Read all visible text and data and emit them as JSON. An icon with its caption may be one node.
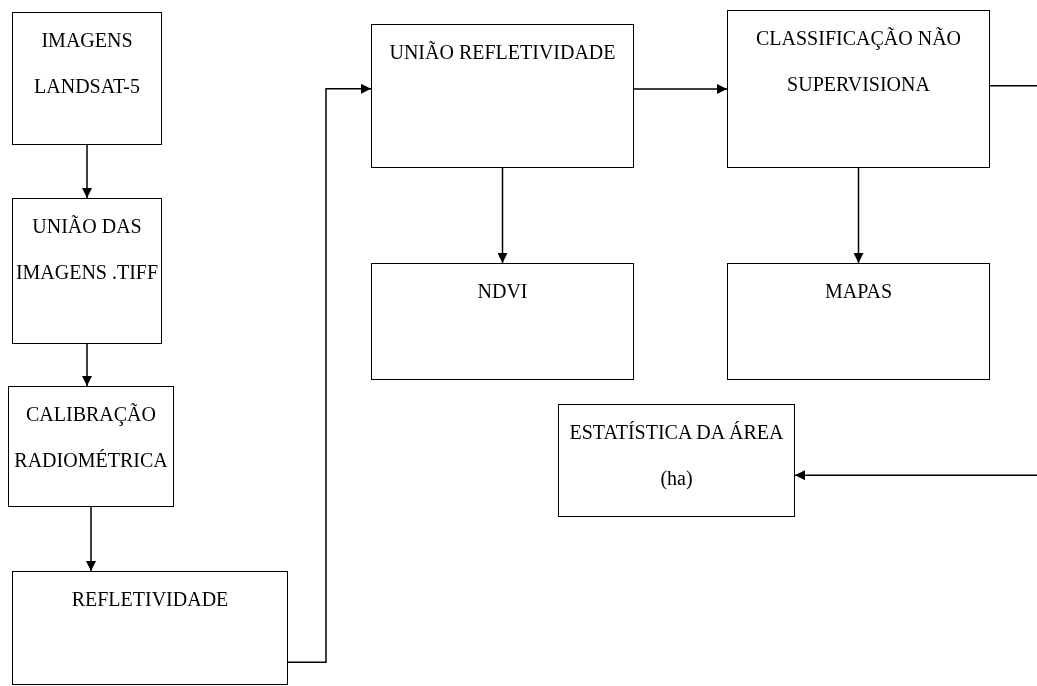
{
  "diagram": {
    "nodes": [
      {
        "text": [
          "IMAGENS LANDSAT-5"
        ]
      },
      {
        "text": [
          "UNIÃO DAS IMAGENS .TIFF"
        ]
      },
      {
        "text": [
          "CALIBRAÇÃO RADIOMÉTRICA"
        ]
      },
      {
        "text": [
          "REFLETIVIDADE"
        ]
      },
      {
        "text": [
          "UNIÃO REFLETIVIDADE"
        ]
      },
      {
        "text": [
          "CLASSIFICAÇÃO NÃO SUPERVISIONA"
        ]
      },
      {
        "text": [
          "NDVI"
        ]
      },
      {
        "text": [
          "MAPAS"
        ]
      },
      {
        "text": [
          "ESTATÍSTICA DA ÁREA (ha)"
        ]
      }
    ],
    "edges": [
      {
        "from": 0,
        "to": 1,
        "arrow": "to"
      },
      {
        "from": 1,
        "to": 2,
        "arrow": "to"
      },
      {
        "from": 2,
        "to": 3,
        "arrow": "to"
      },
      {
        "from": 3,
        "to": 4,
        "arrow": "to"
      },
      {
        "from": 4,
        "to": 5,
        "arrow": "to"
      },
      {
        "from": 4,
        "to": 6,
        "arrow": "to"
      },
      {
        "from": 5,
        "to": 7,
        "arrow": "to"
      },
      {
        "from": 5,
        "to": null,
        "arrow": "none"
      },
      {
        "from": null,
        "to": 8,
        "arrow": "to"
      }
    ]
  }
}
